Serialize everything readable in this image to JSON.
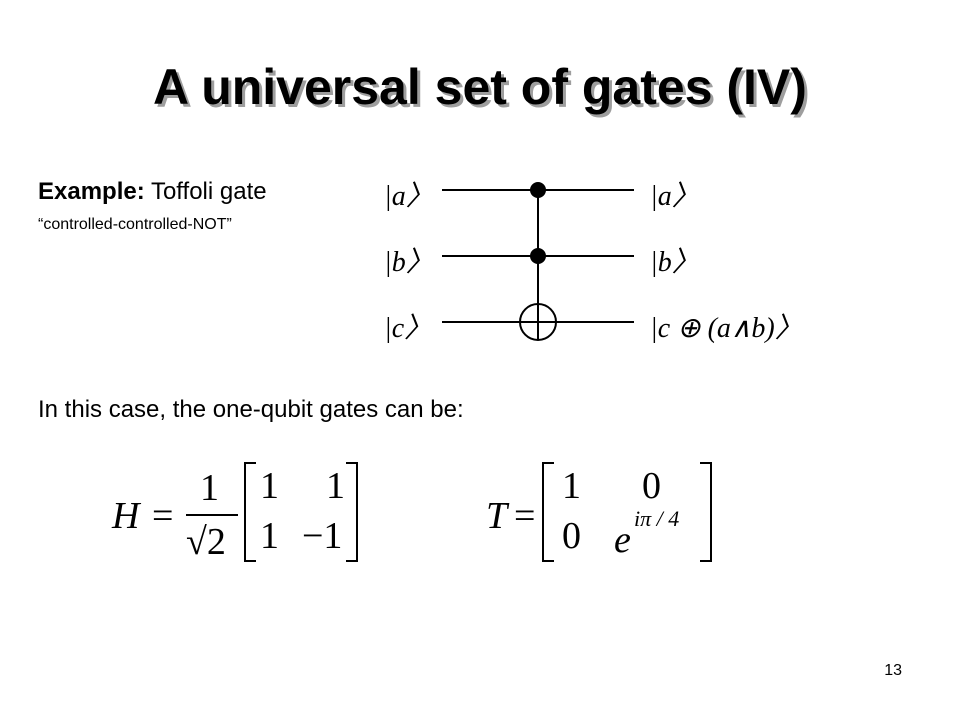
{
  "slide": {
    "title": "A universal set of gates (IV)",
    "example_label": "Example:",
    "example_text": " Toffoli gate",
    "example_subtitle": "“controlled-controlled-NOT”",
    "body_text": "In this case, the one-qubit gates can be:",
    "page_number": "13"
  },
  "circuit": {
    "inputs": [
      "|a〉",
      "|b〉",
      "|c〉"
    ],
    "outputs": [
      "|a〉",
      "|b〉",
      "|c ⊕ (a∧b)〉"
    ]
  },
  "matrix_h": {
    "lhs": "H",
    "eq": "=",
    "frac_num": "1",
    "frac_den": "√2",
    "cells": [
      "1",
      "1",
      "1",
      "−1"
    ]
  },
  "matrix_t": {
    "lhs": "T",
    "eq": "=",
    "cells": [
      "1",
      "0",
      "0",
      "e",
      "iπ / 4"
    ]
  }
}
